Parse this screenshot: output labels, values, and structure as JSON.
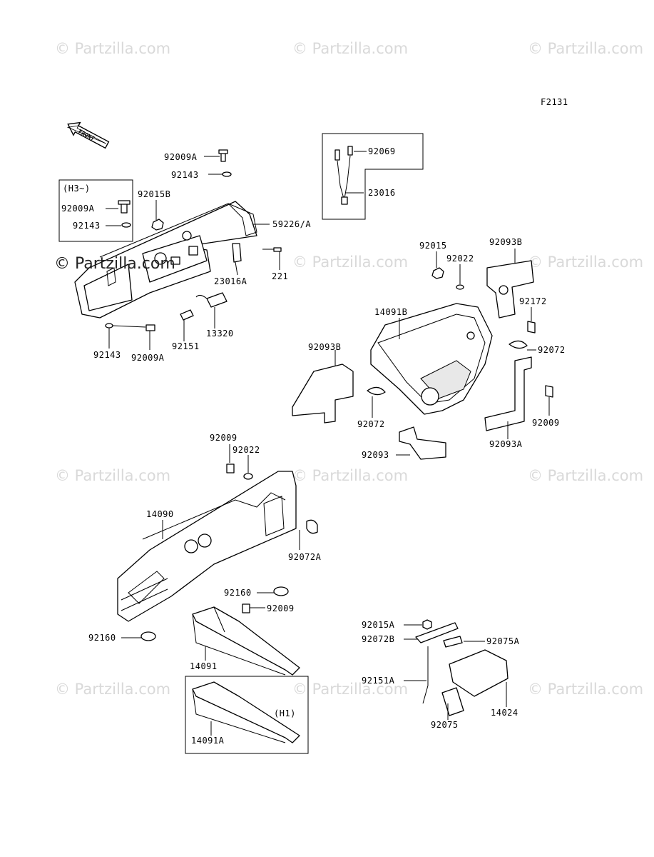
{
  "figure_code": "F2131",
  "front_label": "FRONT",
  "watermark": "© Partzilla.com",
  "part_labels": {
    "p92009A_top": "92009A",
    "p92143_top": "92143",
    "p92015B": "92015B",
    "p59226": "59226/A",
    "p23016A": "23016A",
    "p221": "221",
    "p13320": "13320",
    "p92151": "92151",
    "p92143_bot": "92143",
    "p92009A_bot": "92009A",
    "p92069": "92069",
    "p23016": "23016",
    "p92015": "92015",
    "p92022_r": "92022",
    "p92093B_r": "92093B",
    "p92172": "92172",
    "p14091B": "14091B",
    "p92072_r": "92072",
    "p92093B_l": "92093B",
    "p92072_l": "92072",
    "p92009_r": "92009",
    "p92093A": "92093A",
    "p92093": "92093",
    "p92009_m": "92009",
    "p92022_m": "92022",
    "p14090": "14090",
    "p92072A": "92072A",
    "p92160_r": "92160",
    "p92160_l": "92160",
    "p92009_b": "92009",
    "p14091": "14091",
    "p14091A": "14091A",
    "p92015A": "92015A",
    "p92072B": "92072B",
    "p92075A": "92075A",
    "p92151A": "92151A",
    "p14024": "14024",
    "p92075": "92075"
  },
  "inset_h3": {
    "title": "(H3~)",
    "l1": "92009A",
    "l2": "92143"
  },
  "inset_h1": {
    "title": "(H1)"
  }
}
